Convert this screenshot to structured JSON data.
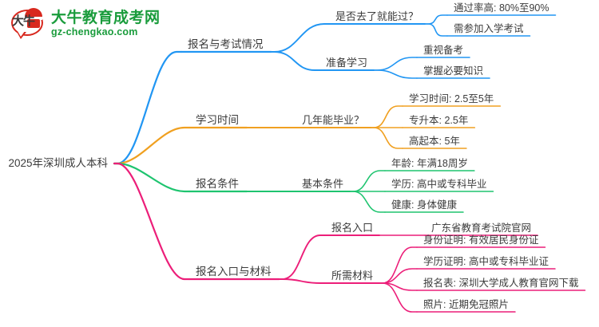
{
  "logo": {
    "mark_text": "大牛",
    "title": "大牛教育成考网",
    "subtitle": "gz-chengkao.com",
    "brand_color": "#1a9c3c",
    "mark_color": "#d8281e"
  },
  "mindmap": {
    "root": "2025年深圳成人本科",
    "branch_colors": {
      "blue": "#2196f3",
      "orange": "#f0a020",
      "green": "#1ec46f",
      "pink": "#ec1e79"
    },
    "branches": [
      {
        "label": "报名与考试情况",
        "color": "#2196f3",
        "children": [
          {
            "label": "是否去了就能过？",
            "children": [
              {
                "label": "通过率高: 80%至90%"
              },
              {
                "label": "需参加入学考试"
              }
            ]
          },
          {
            "label": "准备学习",
            "children": [
              {
                "label": "重视备考"
              },
              {
                "label": "掌握必要知识"
              }
            ]
          }
        ]
      },
      {
        "label": "学习时间",
        "color": "#f0a020",
        "children": [
          {
            "label": "几年能毕业？",
            "children": [
              {
                "label": "学习时间: 2.5至5年"
              },
              {
                "label": "专升本: 2.5年"
              },
              {
                "label": "高起本: 5年"
              }
            ]
          }
        ]
      },
      {
        "label": "报名条件",
        "color": "#1ec46f",
        "children": [
          {
            "label": "基本条件",
            "children": [
              {
                "label": "年龄: 年满18周岁"
              },
              {
                "label": "学历: 高中或专科毕业"
              },
              {
                "label": "健康: 身体健康"
              }
            ]
          }
        ]
      },
      {
        "label": "报名入口与材料",
        "color": "#ec1e79",
        "children": [
          {
            "label": "报名入口",
            "children": [
              {
                "label": "广东省教育考试院官网"
              }
            ]
          },
          {
            "label": "所需材料",
            "children": [
              {
                "label": "身份证明: 有效居民身份证"
              },
              {
                "label": "学历证明: 高中或专科毕业证"
              },
              {
                "label": "报名表: 深圳大学成人教育官网下载"
              },
              {
                "label": "照片: 近期免冠照片"
              }
            ]
          }
        ]
      }
    ]
  }
}
